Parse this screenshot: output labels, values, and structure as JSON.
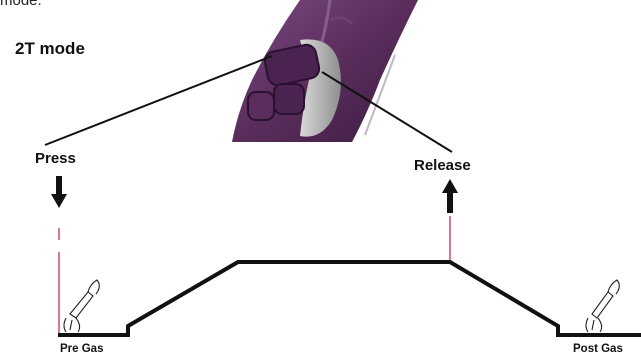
{
  "texts": {
    "top_fragment": "mode.",
    "mode_title": "2T mode",
    "press": "Press",
    "release": "Release",
    "pre_gas": "Pre Gas",
    "post_gas": "Post Gas"
  },
  "icons": {
    "torch_image": "welding-torch-trigger-photo",
    "press_arrow": "arrow-down-icon",
    "release_arrow": "arrow-up-icon",
    "torch_symbol": "tig-torch-icon"
  },
  "colors": {
    "background": "#ffffff",
    "text": "#111111",
    "profile_line": "#111111",
    "marker_line": "#c2185b",
    "torch_body": "#5a2d5c",
    "torch_highlight": "#9a7aa0",
    "trigger_grey": "#b7b7b7"
  }
}
